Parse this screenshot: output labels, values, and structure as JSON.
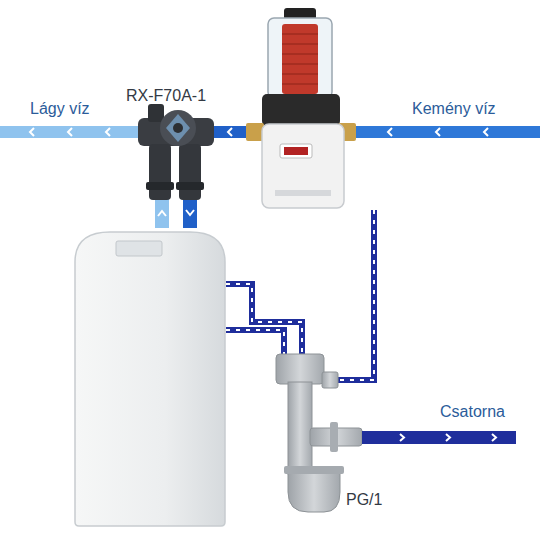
{
  "diagram": {
    "labels": [
      "Lágy víz",
      "RX-F70A-1",
      "Kemény víz",
      "Csatorna",
      "PG/1"
    ]
  }
}
